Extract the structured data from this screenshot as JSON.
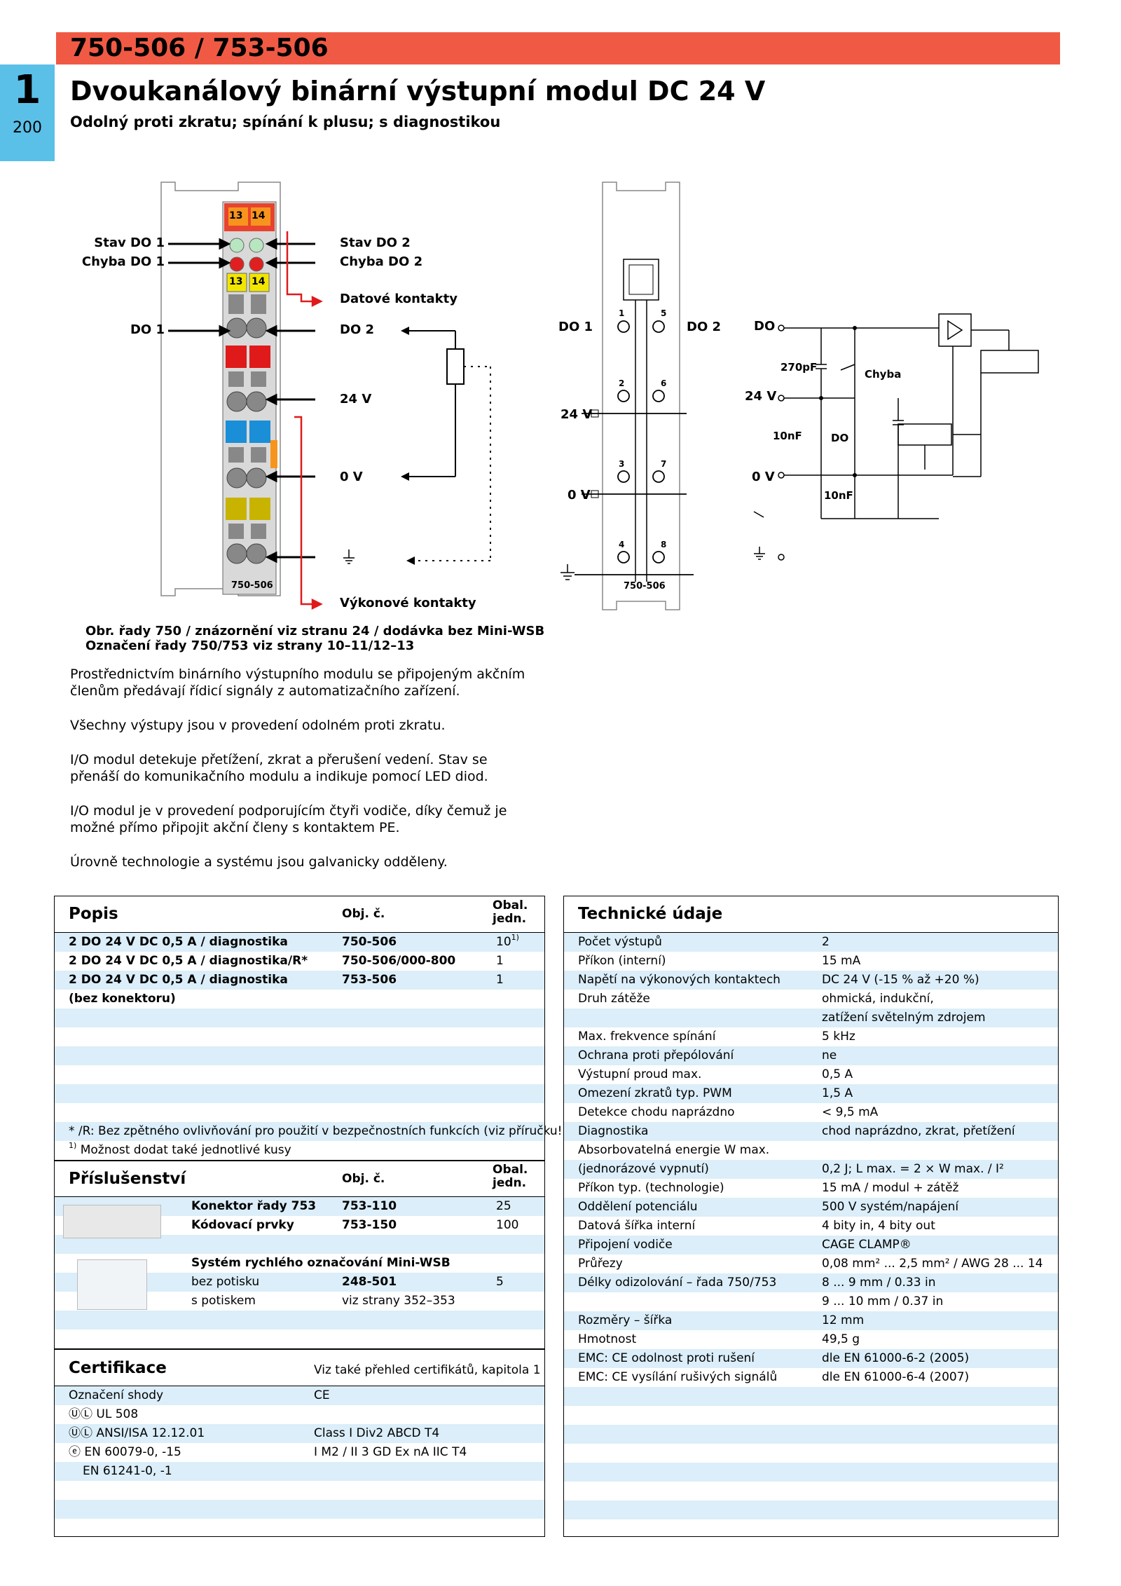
{
  "header": {
    "code": "750-506 / 753-506",
    "title": "Dvoukanálový binární výstupní modul DC 24 V",
    "subtitle": "Odolný proti zkratu; spínání k plusu; s diagnostikou"
  },
  "tab": {
    "chapter": "1",
    "page": "200"
  },
  "figure": {
    "left_labels": [
      "Stav DO 1",
      "Chyba DO 1",
      "DO 1"
    ],
    "right_labels": [
      "Stav DO 2",
      "Chyba DO 2",
      "Datové kontakty",
      "DO 2",
      "24 V",
      "0 V",
      "Výkonové kontakty"
    ],
    "module_label": "750-506",
    "terminal_nums": [
      "13",
      "14"
    ],
    "pin_labels": [
      "1",
      "5",
      "2",
      "6",
      "3",
      "7",
      "4",
      "8"
    ],
    "wiring_left": [
      "DO 1",
      "24 V",
      "0 V"
    ],
    "wiring_right": [
      "DO 2"
    ],
    "schematic": {
      "do": "DO",
      "v24": "24 V",
      "v0": "0 V",
      "c1": "270pF",
      "c2": "10nF",
      "c3": "10nF",
      "chyba": "Chyba",
      "do_led": "DO"
    },
    "caption1": "Obr. řady 750 / znázornění viz stranu 24 / dodávka bez Mini-WSB",
    "caption2": "Označení řady 750/753 viz strany 10–11/12–13"
  },
  "paragraphs": [
    "Prostřednictvím binárního výstupního modulu se připojeným akčním členům předávají řídicí signály z automatizačního zařízení.",
    "Všechny výstupy jsou v provedení odolném proti zkratu.",
    "I/O modul detekuje přetížení, zkrat a přerušení vedení. Stav se přenáší do komunikačního modulu a indikuje pomocí LED diod.",
    "I/O modul je v provedení podporujícím čtyři vodiče, díky čemuž je možné přímo připojit akční členy s kontaktem PE.",
    "Úrovně technologie a systému jsou galvanicky odděleny."
  ],
  "popis": {
    "title": "Popis",
    "col_obj": "Obj. č.",
    "col_obal1": "Obal.",
    "col_obal2": "jedn.",
    "rows": [
      {
        "desc": "2 DO 24 V DC 0,5 A / diagnostika",
        "obj": "750-506",
        "obal": "10",
        "sup": "1)"
      },
      {
        "desc": "2 DO 24 V DC 0,5 A / diagnostika/R*",
        "obj": "750-506/000-800",
        "obal": "1",
        "sup": ""
      },
      {
        "desc": "2 DO 24 V DC 0,5 A / diagnostika",
        "obj": "753-506",
        "obal": "1",
        "sup": ""
      },
      {
        "desc": "(bez konektoru)",
        "obj": "",
        "obal": "",
        "sup": ""
      }
    ],
    "note1": "* /R: Bez zpětného ovlivňování pro použití v bezpečnostních funkcích (viz příručku!)",
    "note2_sup": "1)",
    "note2": "Možnost dodat také jednotlivé kusy"
  },
  "prislusenstvi": {
    "title": "Příslušenství",
    "col_obj": "Obj. č.",
    "col_obal1": "Obal.",
    "col_obal2": "jedn.",
    "rows": [
      {
        "desc": "Konektor řady 753",
        "obj": "753-110",
        "obal": "25",
        "bold": true
      },
      {
        "desc": "Kódovací prvky",
        "obj": "753-150",
        "obal": "100",
        "bold": true
      },
      {
        "desc": "",
        "obj": "",
        "obal": "",
        "bold": false
      },
      {
        "desc": "Systém rychlého označování Mini-WSB",
        "obj": "",
        "obal": "",
        "bold": true
      },
      {
        "desc": "bez potisku",
        "obj": "248-501",
        "obal": "5",
        "bold": false
      },
      {
        "desc": "s potiskem",
        "obj": "viz strany 352–353",
        "obal": "",
        "bold": false
      }
    ]
  },
  "certifikace": {
    "title": "Certifikace",
    "note": "Viz také přehled certifikátů, kapitola 1",
    "rows": [
      {
        "name": "Označení shody",
        "val": "CE"
      },
      {
        "name": "UL 508",
        "val": ""
      },
      {
        "name": "ANSI/ISA 12.12.01",
        "val": "Class I Div2 ABCD T4"
      },
      {
        "name": "EN 60079-0, -15",
        "val": "I M2 / II 3 GD Ex nA IIC T4"
      },
      {
        "name": "EN 61241-0, -1",
        "val": ""
      }
    ]
  },
  "tech": {
    "title": "Technické údaje",
    "rows": [
      {
        "name": "Počet výstupů",
        "val": "2"
      },
      {
        "name": "Příkon (interní)",
        "val": "15 mA"
      },
      {
        "name": "Napětí na výkonových kontaktech",
        "val": "DC 24 V (-15 % až +20 %)"
      },
      {
        "name": "Druh zátěže",
        "val": "ohmická, indukční,"
      },
      {
        "name": "",
        "val": "zatížení světelným zdrojem"
      },
      {
        "name": "Max. frekvence spínání",
        "val": "5 kHz"
      },
      {
        "name": "Ochrana proti přepólování",
        "val": "ne"
      },
      {
        "name": "Výstupní proud max.",
        "val": "0,5 A"
      },
      {
        "name": "Omezení zkratů typ. PWM",
        "val": "1,5 A"
      },
      {
        "name": "Detekce chodu naprázdno",
        "val": "< 9,5 mA"
      },
      {
        "name": "Diagnostika",
        "val": "chod naprázdno, zkrat, přetížení"
      },
      {
        "name": "Absorbovatelná energie W max.",
        "val": ""
      },
      {
        "name": "(jednorázové vypnutí)",
        "val": "0,2 J; L max. = 2 × W max. / I²"
      },
      {
        "name": "Příkon typ. (technologie)",
        "val": "15 mA / modul + zátěž"
      },
      {
        "name": "Oddělení potenciálu",
        "val": "500 V systém/napájení"
      },
      {
        "name": "Datová šířka interní",
        "val": "4 bity in, 4 bity out"
      },
      {
        "name": "Připojení vodiče",
        "val": "CAGE CLAMP®"
      },
      {
        "name": "Průřezy",
        "val": "0,08 mm² ... 2,5 mm² / AWG 28 ... 14"
      },
      {
        "name": "Délky odizolování – řada 750/753",
        "val": "8 ... 9 mm / 0.33 in"
      },
      {
        "name": "",
        "val": "9 ... 10 mm / 0.37 in"
      },
      {
        "name": "Rozměry – šířka",
        "val": "12 mm"
      },
      {
        "name": "Hmotnost",
        "val": "49,5 g"
      },
      {
        "name": "EMC: CE odolnost proti rušení",
        "val": "dle EN 61000-6-2 (2005)"
      },
      {
        "name": "EMC: CE vysílání rušivých signálů",
        "val": "dle EN 61000-6-4 (2007)"
      }
    ]
  }
}
